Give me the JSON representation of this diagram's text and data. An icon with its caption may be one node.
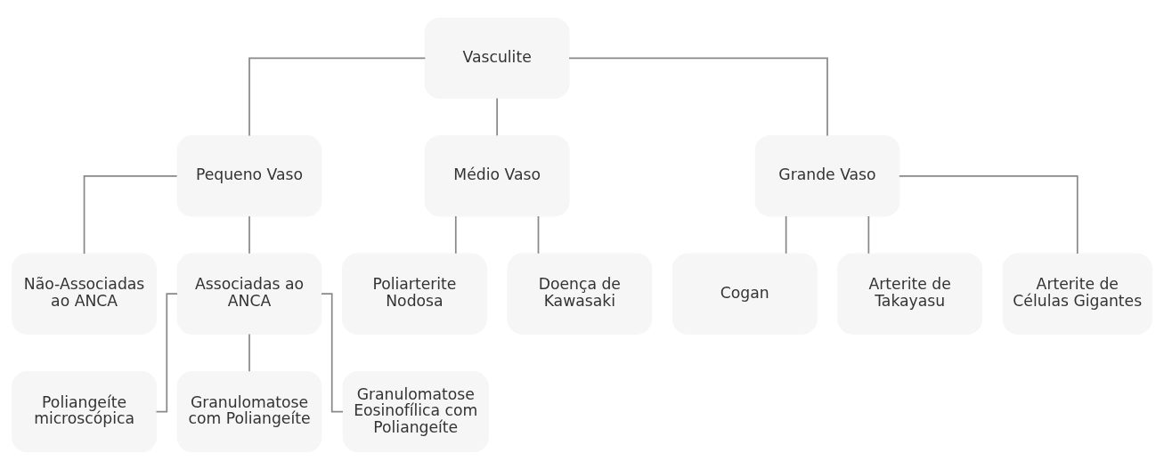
{
  "diagram": {
    "nodes": [
      {
        "text": [
          "Vasculite"
        ]
      },
      {
        "text": [
          "Pequeno Vaso"
        ]
      },
      {
        "text": [
          "Médio Vaso"
        ]
      },
      {
        "text": [
          "Grande Vaso"
        ]
      },
      {
        "text": [
          "Não-Associadas ao ANCA"
        ]
      },
      {
        "text": [
          "Associadas ao ANCA"
        ]
      },
      {
        "text": [
          "Poliarterite Nodosa"
        ]
      },
      {
        "text": [
          "Doença de Kawasaki"
        ]
      },
      {
        "text": [
          "Cogan"
        ]
      },
      {
        "text": [
          "Arterite de Takayasu"
        ]
      },
      {
        "text": [
          "Arterite de Células Gigantes"
        ]
      },
      {
        "text": [
          "Poliangeíte microscópica"
        ]
      },
      {
        "text": [
          "Granulomatose com Poliangeíte"
        ]
      },
      {
        "text": [
          "Granulomatose Eosinofílica com Poliangeíte"
        ]
      }
    ],
    "edges": [
      {
        "from": 0,
        "to": 1,
        "arrow": "none"
      },
      {
        "from": 0,
        "to": 2,
        "arrow": "none"
      },
      {
        "from": 0,
        "to": 3,
        "arrow": "none"
      },
      {
        "from": 1,
        "to": 4,
        "arrow": "none"
      },
      {
        "from": 1,
        "to": 5,
        "arrow": "none"
      },
      {
        "from": 2,
        "to": 6,
        "arrow": "none"
      },
      {
        "from": 2,
        "to": 7,
        "arrow": "none"
      },
      {
        "from": 3,
        "to": 8,
        "arrow": "none"
      },
      {
        "from": 3,
        "to": 9,
        "arrow": "none"
      },
      {
        "from": 3,
        "to": 10,
        "arrow": "none"
      },
      {
        "from": 5,
        "to": 11,
        "arrow": "none"
      },
      {
        "from": 5,
        "to": 12,
        "arrow": "none"
      },
      {
        "from": 5,
        "to": 13,
        "arrow": "none"
      }
    ]
  }
}
